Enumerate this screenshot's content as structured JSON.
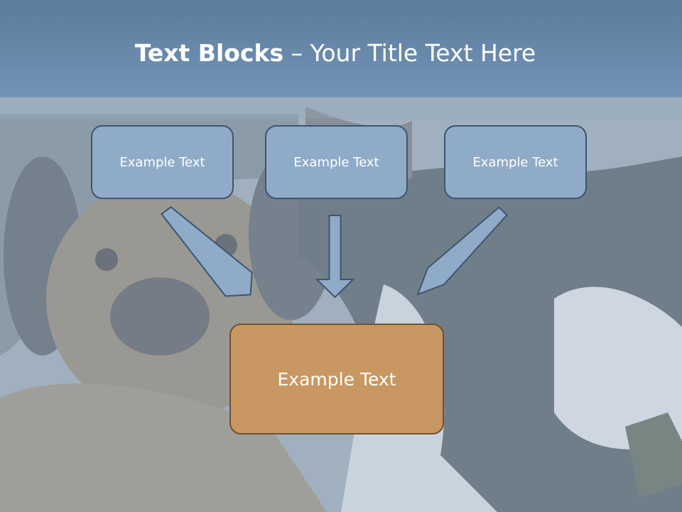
{
  "title": {
    "bold_part": "Text Blocks",
    "separator": " – ",
    "rest": "Your Title Text Here"
  },
  "blocks": [
    {
      "label": "Example Text"
    },
    {
      "label": "Example Text"
    },
    {
      "label": "Example Text"
    }
  ],
  "main_block": {
    "label": "Example Text"
  },
  "colors": {
    "title_bar": "#6a8bad",
    "block_fill": "#8fabc7",
    "block_border": "#3d5570",
    "main_block_fill": "#c99762",
    "arrow_fill": "#8fabc7"
  }
}
